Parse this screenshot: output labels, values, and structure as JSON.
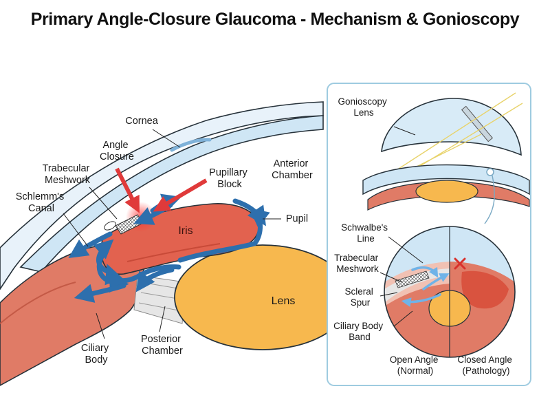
{
  "title": "Primary Angle-Closure Glaucoma - Mechanism & Gonioscopy",
  "labels": {
    "cornea": "Cornea",
    "angle_closure": [
      "Angle",
      "Closure"
    ],
    "trabecular_meshwork": [
      "Trabecular",
      "Meshwork"
    ],
    "schlemms_canal": [
      "Schlemm's",
      "Canal"
    ],
    "pupillary_block": [
      "Pupillary",
      "Block"
    ],
    "anterior_chamber": [
      "Anterior",
      "Chamber"
    ],
    "pupil": "Pupil",
    "iris": "Iris",
    "lens": "Lens",
    "ciliary_body": [
      "Ciliary",
      "Body"
    ],
    "posterior_chamber": [
      "Posterior",
      "Chamber"
    ]
  },
  "inset": {
    "gonioscopy_lens": [
      "Gonioscopy",
      "Lens"
    ],
    "schwalbes_line": [
      "Schwalbe's",
      "Line"
    ],
    "trabecular_meshwork": [
      "Trabecular",
      "Meshwork"
    ],
    "scleral_spur": [
      "Scleral",
      "Spur"
    ],
    "ciliary_body_band": [
      "Ciliary Body",
      "Band"
    ],
    "open_angle": [
      "Open Angle",
      "(Normal)"
    ],
    "closed_angle": [
      "Closed Angle",
      "(Pathology)"
    ]
  },
  "colors": {
    "cornea": "#cfe6f5",
    "sclera": "#e8f2fa",
    "iris": "#e2624f",
    "ciliary": "#e07b66",
    "lens": "#f7b84e",
    "flow_arrow": "#2d6fad",
    "block_arrow": "#e03a3a",
    "panel_border": "#9ecbe0"
  }
}
